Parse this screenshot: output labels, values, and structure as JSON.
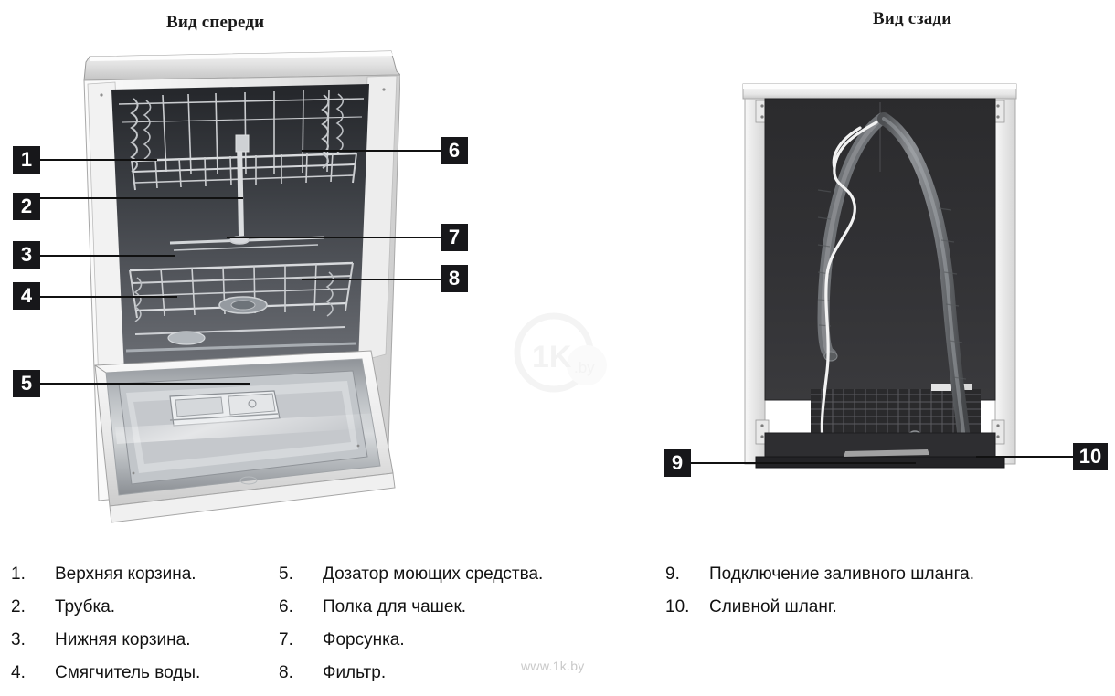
{
  "headings": {
    "front": "Вид спереди",
    "rear": "Вид сзади"
  },
  "callouts": {
    "front_left": [
      {
        "number": "1"
      },
      {
        "number": "2"
      },
      {
        "number": "3"
      },
      {
        "number": "4"
      },
      {
        "number": "5"
      }
    ],
    "front_right": [
      {
        "number": "6"
      },
      {
        "number": "7"
      },
      {
        "number": "8"
      }
    ],
    "rear": [
      {
        "number": "9"
      },
      {
        "number": "10"
      }
    ]
  },
  "legend": {
    "column_1": [
      {
        "number": "1.",
        "label": "Верхняя корзина."
      },
      {
        "number": "2.",
        "label": "Трубка."
      },
      {
        "number": "3.",
        "label": "Нижняя корзина."
      },
      {
        "number": "4.",
        "label": "Смягчитель воды."
      }
    ],
    "column_2": [
      {
        "number": "5.",
        "label": "Дозатор моющих средства."
      },
      {
        "number": "6.",
        "label": "Полка для чашек."
      },
      {
        "number": "7.",
        "label": "Форсунка."
      },
      {
        "number": "8.",
        "label": "Фильтр."
      }
    ],
    "column_3": [
      {
        "number": "9.",
        "label": "Подключение заливного шланга."
      },
      {
        "number": "10.",
        "label": "Сливной шланг."
      }
    ]
  },
  "watermark": {
    "url": "www.1k.by",
    "logo_text": "1K",
    "logo_suffix": ".by"
  },
  "colors": {
    "badge_background": "#17171a",
    "badge_text": "#ffffff",
    "leader_line": "#111111",
    "text": "#121212",
    "watermark": "#c9c9c9",
    "page_background": "#ffffff"
  }
}
